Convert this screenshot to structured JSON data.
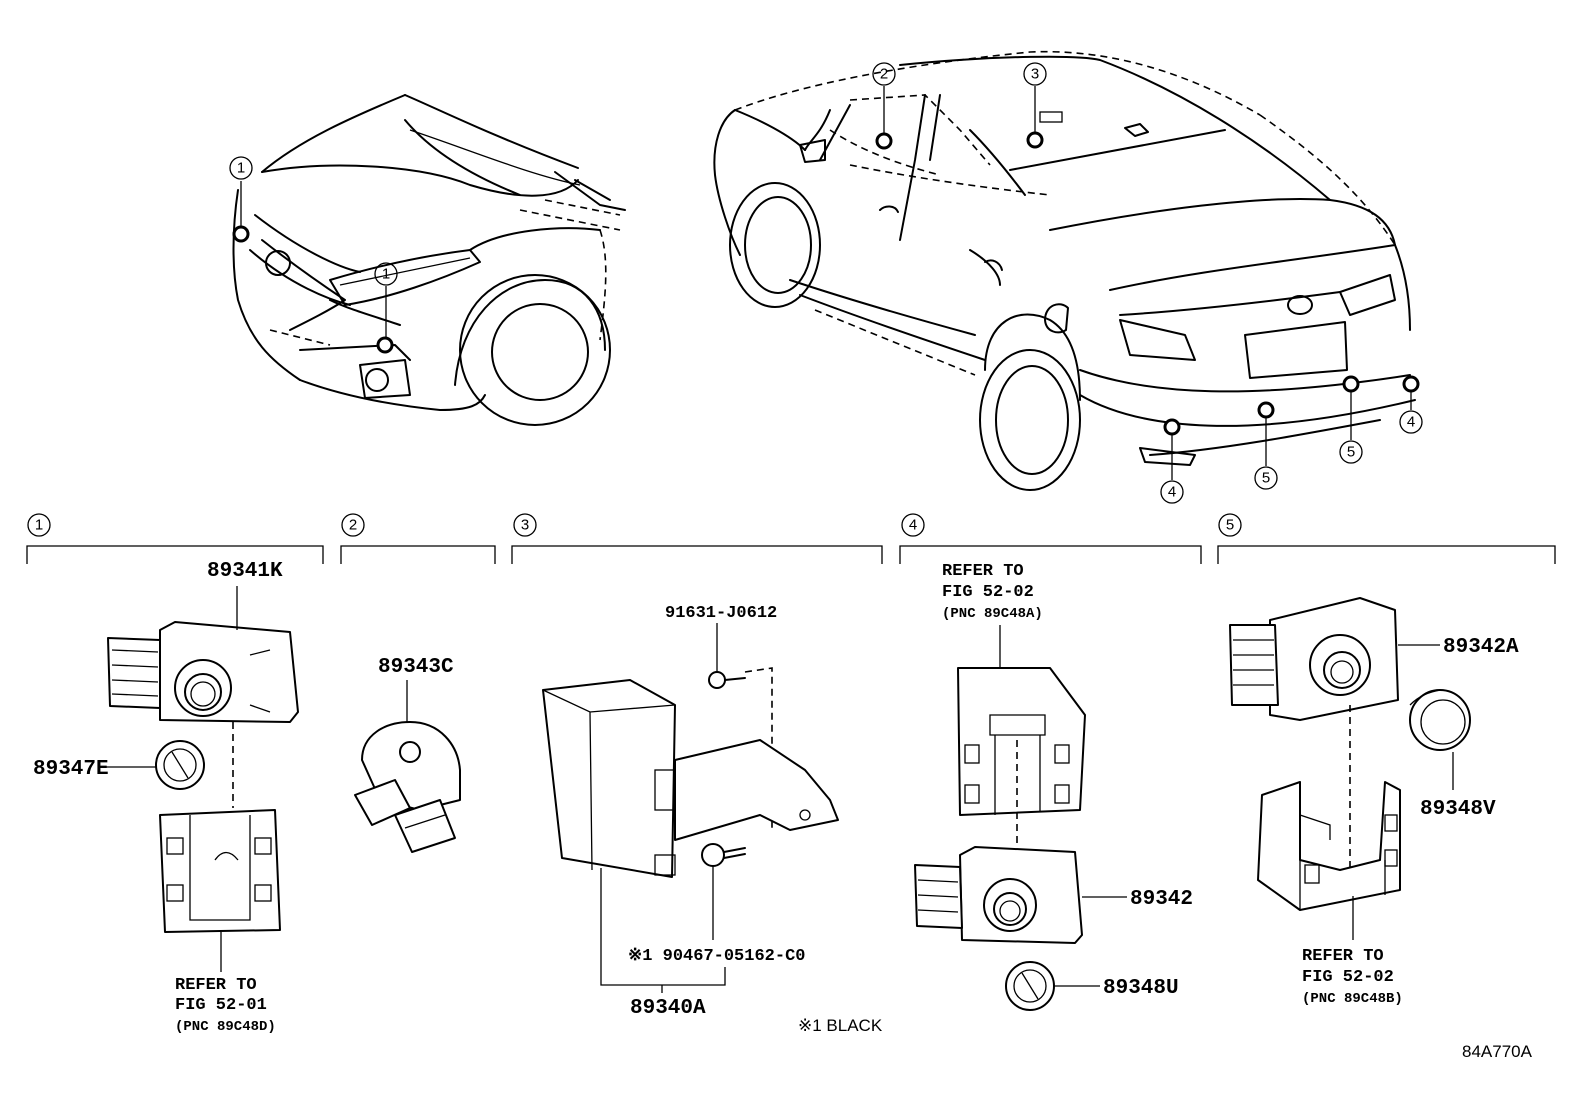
{
  "markers": {
    "m1": "1",
    "m2": "2",
    "m3": "3",
    "m4": "4",
    "m5": "5"
  },
  "sections": {
    "s1": {
      "number": "1"
    },
    "s2": {
      "number": "2"
    },
    "s3": {
      "number": "3"
    },
    "s4": {
      "number": "4"
    },
    "s5": {
      "number": "5"
    }
  },
  "parts": {
    "p89341K": "89341K",
    "p89347E": "89347E",
    "p89343C": "89343C",
    "p91631": "91631-J0612",
    "p90467": "※1 90467-05162-C0",
    "p89340A": "89340A",
    "p89342": "89342",
    "p89348U": "89348U",
    "p89342A": "89342A",
    "p89348V": "89348V"
  },
  "refs": {
    "r1": {
      "line1": "REFER TO",
      "line2": "FIG 52-01",
      "line3": "(PNC 89C48D)"
    },
    "r4": {
      "line1": "REFER TO",
      "line2": "FIG 52-02",
      "line3": "(PNC 89C48A)"
    },
    "r5": {
      "line1": "REFER TO",
      "line2": "FIG 52-02",
      "line3": "(PNC 89C48B)"
    }
  },
  "note": "※1 BLACK",
  "diagram_code": "84A770A"
}
